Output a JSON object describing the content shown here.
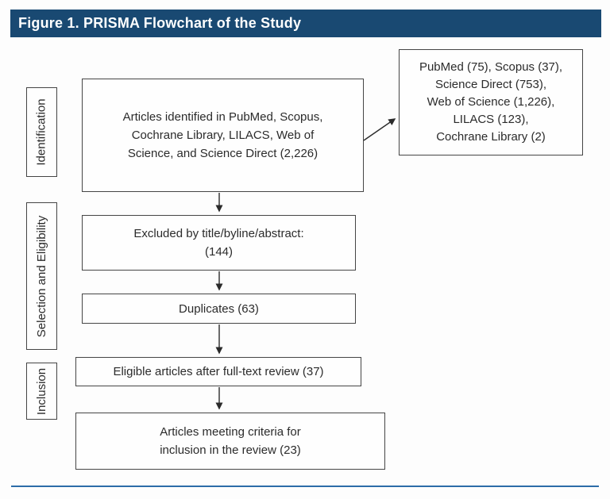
{
  "figure": {
    "title": "Figure 1. PRISMA Flowchart of the Study"
  },
  "stages": [
    {
      "label": "Identification"
    },
    {
      "label": "Selection and Eligibility"
    },
    {
      "label": "Inclusion"
    }
  ],
  "flow": {
    "identified": "Articles identified in PubMed, Scopus,\nCochrane Library, LILACS, Web of\nScience, and Science Direct (2,226)",
    "sources": "PubMed (75), Scopus (37),\nScience Direct (753),\nWeb of Science (1,226),\nLILACS (123),\nCochrane Library (2)",
    "excluded": "Excluded by title/byline/abstract:\n(144)",
    "duplicates": "Duplicates (63)",
    "eligible": "Eligible articles after full-text review (37)",
    "included": "Articles meeting criteria for\ninclusion in the review (23)"
  },
  "counts": {
    "identified_total": "2,226",
    "pubmed": 75,
    "scopus": 37,
    "science_direct": 753,
    "web_of_science": "1,226",
    "lilacs": 123,
    "cochrane_library": 2,
    "excluded_title_byline_abstract": 144,
    "duplicates": 63,
    "eligible_full_text": 37,
    "included_in_review": 23
  },
  "colors": {
    "header_bg": "#194972",
    "header_text": "#ffffff",
    "box_border": "#454545",
    "text": "#2b2b2b",
    "bottom_rule": "#2d6ca8",
    "arrow": "#2b2b2b"
  }
}
